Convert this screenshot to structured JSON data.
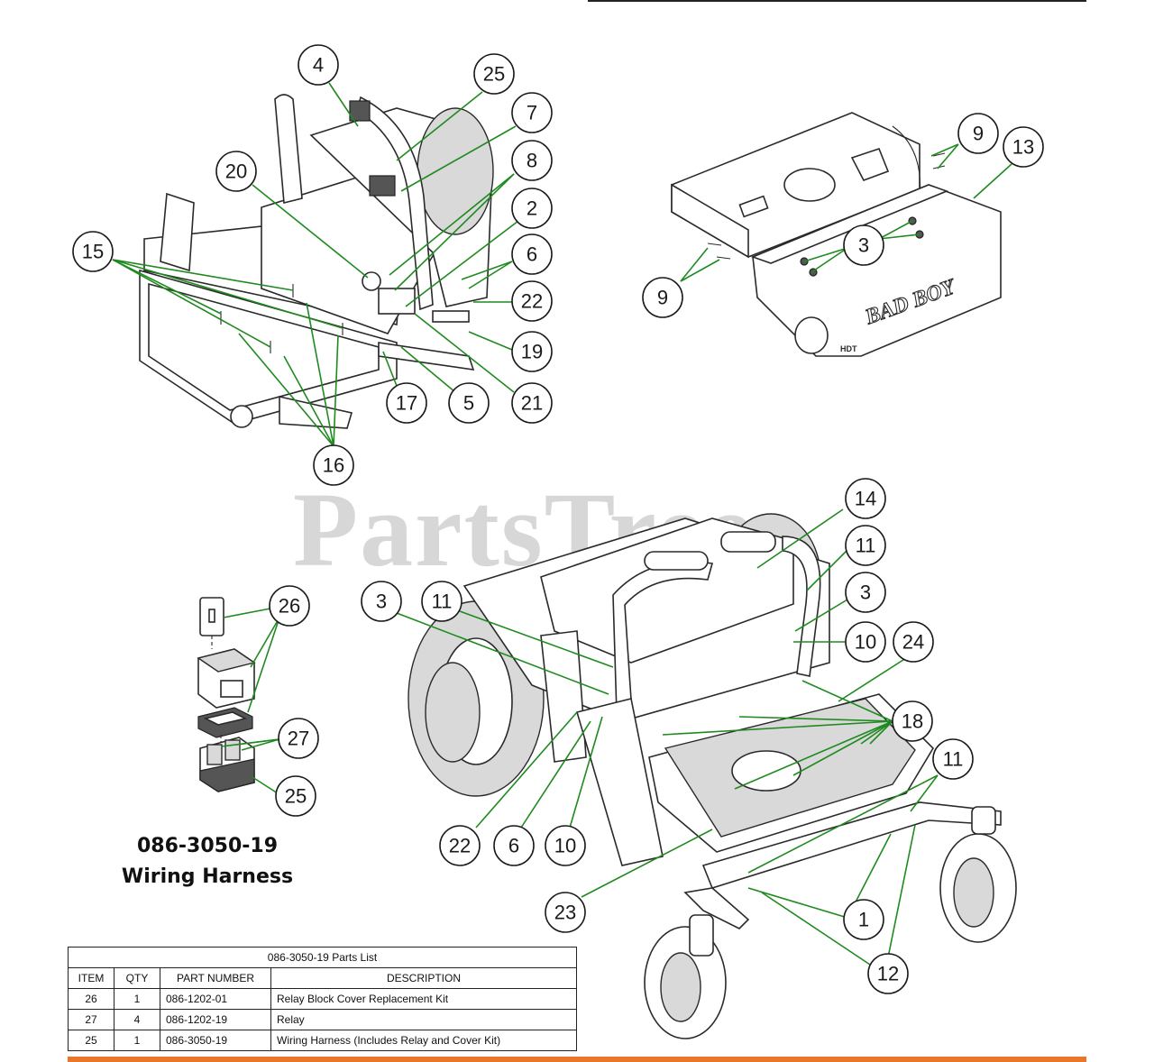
{
  "watermark": {
    "text": "PartsTree",
    "trademark": "™"
  },
  "title": {
    "part_number": "086-3050-19",
    "name": "Wiring Harness"
  },
  "brand_decal": "BAD BOY",
  "plate_label": "HDT",
  "callouts": [
    {
      "id": "c4",
      "label": "4"
    },
    {
      "id": "c25a",
      "label": "25"
    },
    {
      "id": "c7",
      "label": "7"
    },
    {
      "id": "c20",
      "label": "20"
    },
    {
      "id": "c8",
      "label": "8"
    },
    {
      "id": "c2",
      "label": "2"
    },
    {
      "id": "c15",
      "label": "15"
    },
    {
      "id": "c6a",
      "label": "6"
    },
    {
      "id": "c22a",
      "label": "22"
    },
    {
      "id": "c19",
      "label": "19"
    },
    {
      "id": "c17",
      "label": "17"
    },
    {
      "id": "c5",
      "label": "5"
    },
    {
      "id": "c21",
      "label": "21"
    },
    {
      "id": "c16",
      "label": "16"
    },
    {
      "id": "c9a",
      "label": "9"
    },
    {
      "id": "c13",
      "label": "13"
    },
    {
      "id": "c3a",
      "label": "3"
    },
    {
      "id": "c9b",
      "label": "9"
    },
    {
      "id": "c14",
      "label": "14"
    },
    {
      "id": "c11a",
      "label": "11"
    },
    {
      "id": "c3b",
      "label": "3"
    },
    {
      "id": "c11b",
      "label": "11"
    },
    {
      "id": "c3c",
      "label": "3"
    },
    {
      "id": "c10a",
      "label": "10"
    },
    {
      "id": "c24",
      "label": "24"
    },
    {
      "id": "c18",
      "label": "18"
    },
    {
      "id": "c11c",
      "label": "11"
    },
    {
      "id": "c26",
      "label": "26"
    },
    {
      "id": "c27",
      "label": "27"
    },
    {
      "id": "c25b",
      "label": "25"
    },
    {
      "id": "c22b",
      "label": "22"
    },
    {
      "id": "c6b",
      "label": "6"
    },
    {
      "id": "c10b",
      "label": "10"
    },
    {
      "id": "c23",
      "label": "23"
    },
    {
      "id": "c1",
      "label": "1"
    },
    {
      "id": "c12",
      "label": "12"
    }
  ],
  "parts_list": {
    "caption": "086-3050-19 Parts List",
    "headers": [
      "ITEM",
      "QTY",
      "PART NUMBER",
      "DESCRIPTION"
    ],
    "rows": [
      [
        "26",
        "1",
        "086-1202-01",
        "Relay Block Cover Replacement Kit"
      ],
      [
        "27",
        "4",
        "086-1202-19",
        "Relay"
      ],
      [
        "25",
        "1",
        "086-3050-19",
        "Wiring Harness (Includes Relay and Cover Kit)"
      ]
    ]
  },
  "colors": {
    "leader": "#1f8a1f",
    "accent_bar": "#e8762b",
    "watermark": "#a0a0a0"
  }
}
